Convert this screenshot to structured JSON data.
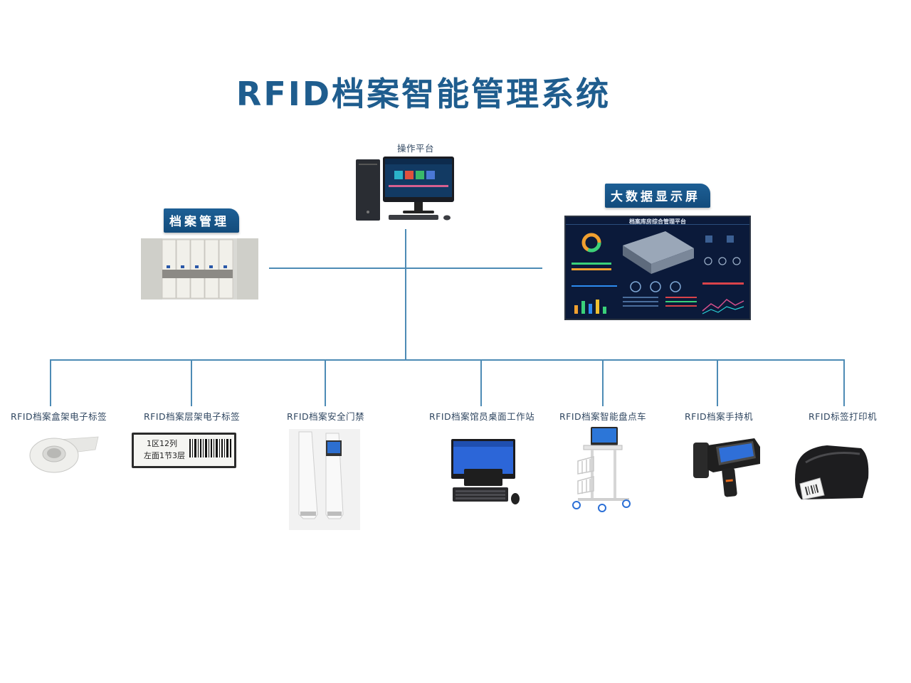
{
  "title": "RFID档案智能管理系统",
  "center": {
    "label": "操作平台"
  },
  "left_panel": {
    "label": "档案管理"
  },
  "right_panel": {
    "label": "大数据显示屏",
    "screen_title": "档案库房综合管理平台"
  },
  "devices": [
    {
      "label": "RFID档案盒架电子标签"
    },
    {
      "label": "RFID档案层架电子标签",
      "tag_line1": "1区12列",
      "tag_line2": "左面1节3层"
    },
    {
      "label": "RFID档案安全门禁"
    },
    {
      "label": "RFID档案馆员桌面工作站"
    },
    {
      "label": "RFID档案智能盘点车"
    },
    {
      "label": "RFID档案手持机"
    },
    {
      "label": "RFID标签打印机"
    }
  ],
  "colors": {
    "title": "#1f5d8e",
    "line": "#4d8bb5",
    "tag": "#1d5f95"
  }
}
